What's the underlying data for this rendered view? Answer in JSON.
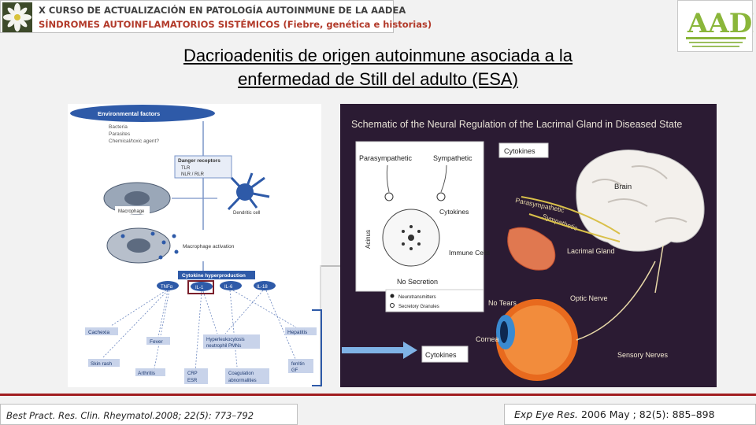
{
  "header": {
    "course_title": "X CURSO DE ACTUALIZACIÓN EN PATOLOGÍA AUTOINMUNE DE LA AADEA",
    "course_subtitle": "SÍNDROMES AUTOINFLAMATORIOS SISTÉMICOS (Fiebre, genética e historias)",
    "logo_text": "AADEA"
  },
  "title": {
    "line1": "Dacrioadenitis de origen autoinmune asociada a la",
    "line2": "enfermedad de Still del adulto (ESA)"
  },
  "left_figure": {
    "env_factors": "Environmental factors",
    "env_items": [
      "Bacteria",
      "Parasites",
      "Chemical/toxic agent?"
    ],
    "danger_receptors": "Danger receptors",
    "danger_items": [
      "TLR",
      "NLR / RLR"
    ],
    "macrophage": "Macrophage",
    "dendritic_cell": "Dendritic cell",
    "macrophage_activation": "Macrophage activation",
    "cytokine_hyperproduction": "Cytokine hyperproduction",
    "cytokines": [
      "TNFα",
      "IL-1",
      "IL-6",
      "IL-18"
    ],
    "cachexia": "Cachexia",
    "hepatitis": "Hepatitis",
    "fever": "Fever",
    "hyperleukocytosis": "Hyperleukocytosis",
    "neutrophil_pmns": "neutrophil PMNs",
    "skin_rash": "Skin rash",
    "ferritin": "ferritin",
    "gf": "GF",
    "arthritis": "Arthritis",
    "crp": "CRP",
    "esr": "ESR",
    "coagulation": "Coagulation",
    "abnormalities": "abnormalities"
  },
  "right_figure": {
    "title": "Schematic of the Neural Regulation of the Lacrimal Gland in Diseased State",
    "parasympathetic": "Parasympathetic",
    "sympathetic": "Sympathetic",
    "cytokines_top": "Cytokines",
    "cytokines_mid": "Cytokines",
    "acinus": "Acinus",
    "immune_cells": "Immune Cells",
    "no_secretion": "No Secretion",
    "neurotransmitters": "Neurotransmitters",
    "secretory_granules": "Secretory Granules",
    "brain": "Brain",
    "parasympathetic_nerve": "Parasympathetic",
    "sympathetic_nerve": "Sympathetic",
    "lacrimal_gland": "Lacrimal Gland",
    "no_tears": "No Tears",
    "optic_nerve": "Optic Nerve",
    "cornea": "Cornea",
    "cytokines_bottom": "Cytokines",
    "sensory_nerves": "Sensory Nerves"
  },
  "citations": {
    "left": "Best Pract. Res. Clin. Rheymatol.2008; 22(5): 773–792",
    "right_journal": "Exp Eye Res.",
    "right_rest": " 2006 May ; 82(5): 885–898"
  },
  "colors": {
    "accent_red": "#a11d20",
    "subtitle_red": "#b23a2a",
    "left_fig_blue": "#2e5aa8",
    "right_fig_bg": "#2b1b33",
    "highlight": "#7a1f2b"
  }
}
